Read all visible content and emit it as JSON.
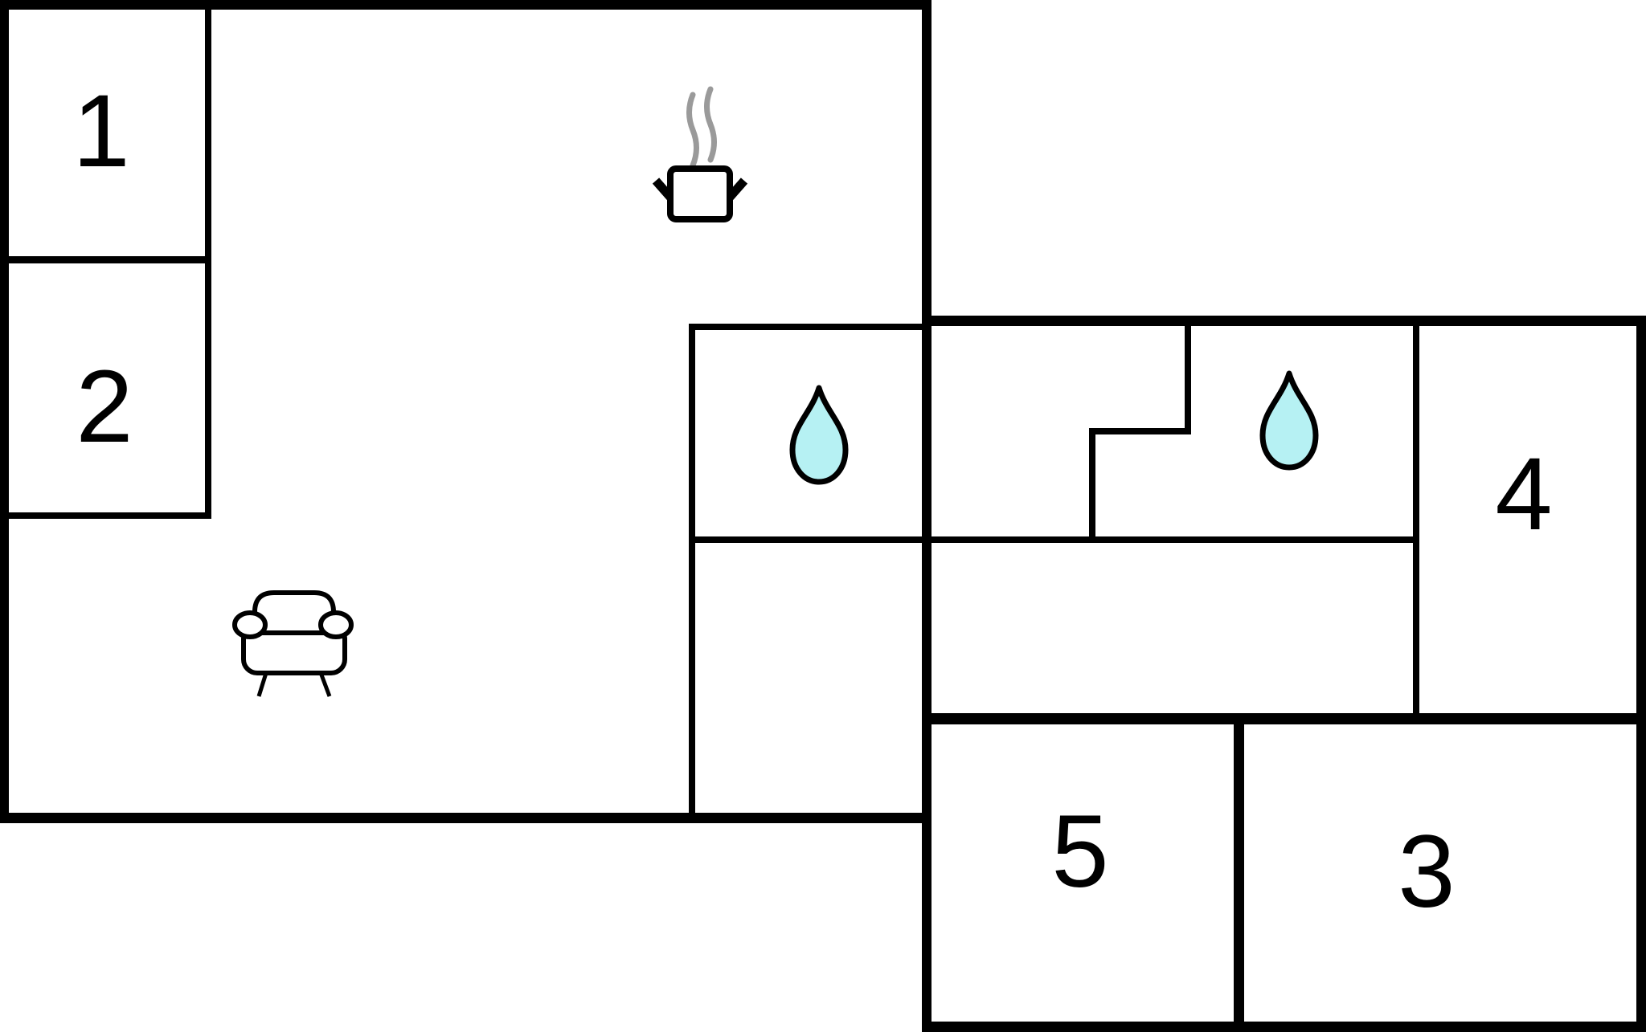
{
  "colors": {
    "wall": "#000000",
    "background": "#ffffff",
    "water_drop_fill": "#b6f1f3",
    "water_drop_outline": "#000000",
    "steam": "#9a9a9a",
    "label_text": "#000000"
  },
  "rooms": [
    {
      "id": "room-1",
      "label": "1"
    },
    {
      "id": "room-2",
      "label": "2"
    },
    {
      "id": "room-3",
      "label": "3"
    },
    {
      "id": "room-4",
      "label": "4"
    },
    {
      "id": "room-5",
      "label": "5"
    }
  ],
  "icons": [
    {
      "name": "cooking-pot-icon"
    },
    {
      "name": "sofa-icon"
    },
    {
      "name": "water-drop-icon"
    },
    {
      "name": "water-drop-icon"
    }
  ]
}
